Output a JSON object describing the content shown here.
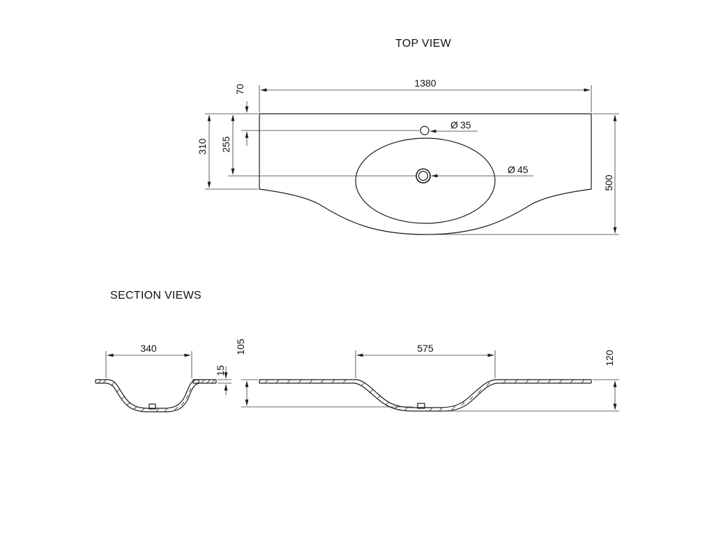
{
  "titles": {
    "top_view": "TOP VIEW",
    "section_views": "SECTION VIEWS"
  },
  "top_view": {
    "overall_width": "1380",
    "overall_depth": "500",
    "rear_depth": "310",
    "tap_hole_offset": "70",
    "bowl_center_offset": "255",
    "tap_hole_diameter": "35",
    "waste_diameter": "45",
    "diameter_symbol": "Ø"
  },
  "section_views": {
    "side_section_bowl_width": "340",
    "side_section_deck_thickness": "15",
    "front_section_bowl_width": "575",
    "front_section_height_left": "105",
    "front_section_height_right": "120"
  },
  "colors": {
    "line": "#1a1a1a",
    "text": "#111111",
    "background": "#ffffff"
  }
}
